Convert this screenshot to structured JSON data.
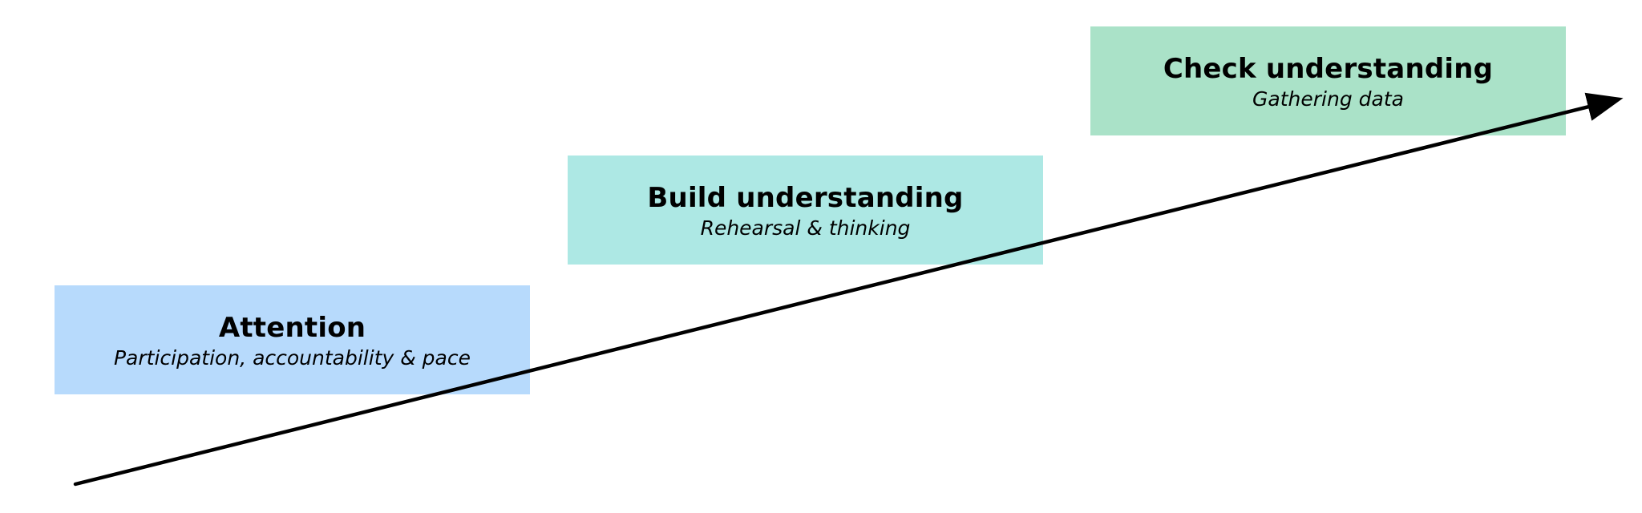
{
  "stages": [
    {
      "title": "Attention",
      "subtitle": "Participation, accountability & pace",
      "color": "#b7dafc"
    },
    {
      "title": "Build understanding",
      "subtitle": "Rehearsal & thinking",
      "color": "#ade8e4"
    },
    {
      "title": "Check understanding",
      "subtitle": "Gathering data",
      "color": "#aae2c8"
    }
  ],
  "arrow": {
    "color": "#000000",
    "direction": "bottom-left to top-right"
  }
}
